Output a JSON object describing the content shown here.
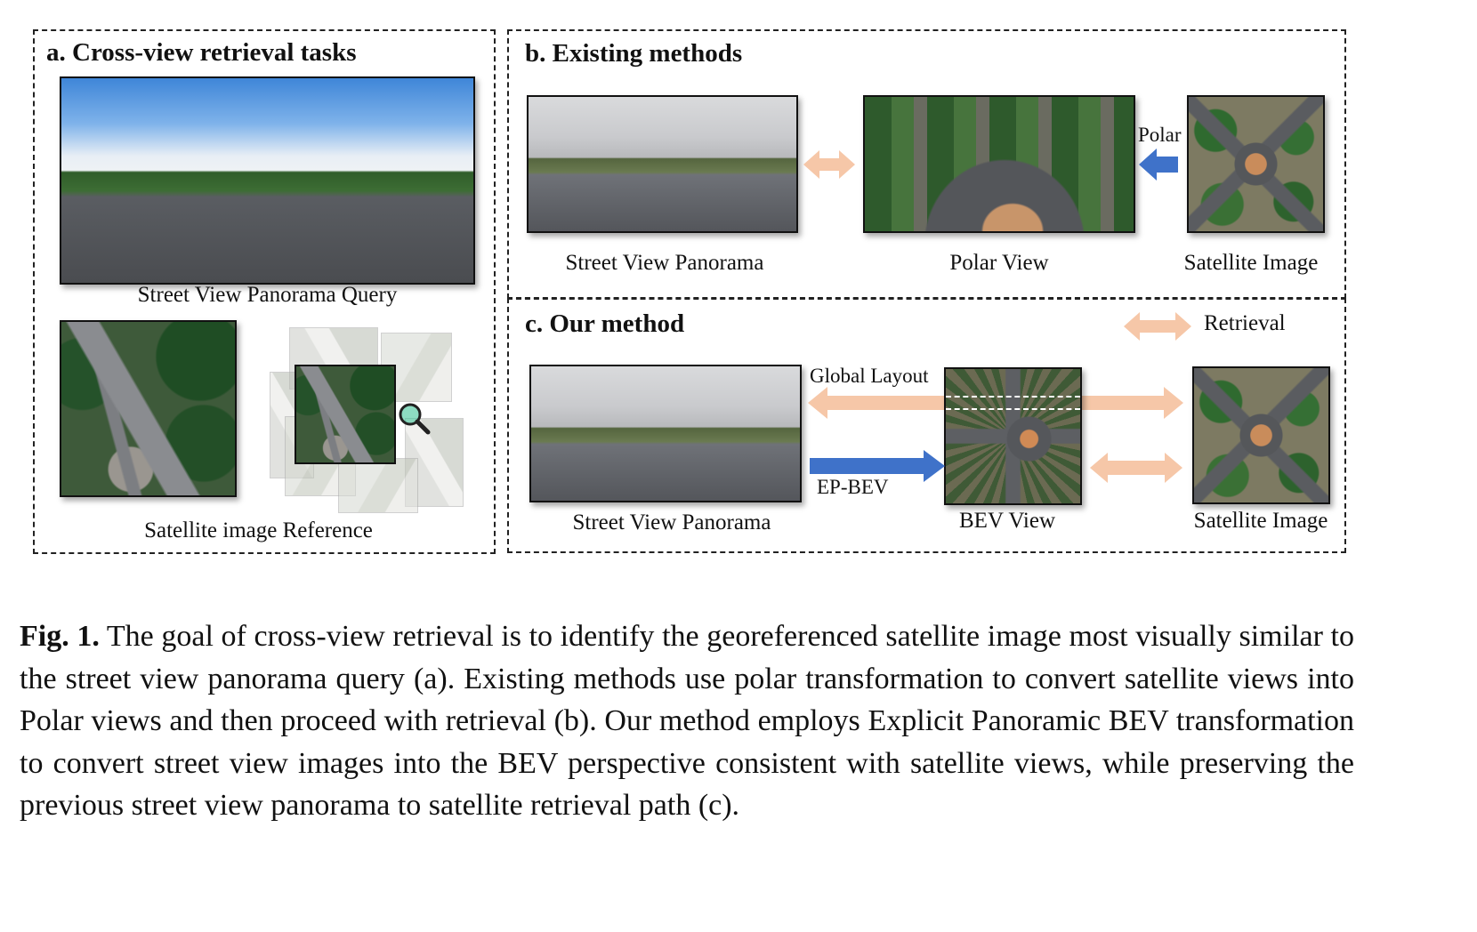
{
  "panel_a": {
    "title": "a. Cross-view retrieval tasks",
    "query_label": "Street View Panorama Query",
    "reference_label": "Satellite image Reference"
  },
  "panel_b": {
    "title": "b. Existing methods",
    "pano_label": "Street View Panorama",
    "polar_label": "Polar View",
    "sat_label": "Satellite Image",
    "arrow_label": "Polar"
  },
  "panel_c": {
    "title": "c. Our method",
    "legend_label": "Retrieval",
    "global_layout_label": "Global Layout",
    "ep_bev_label": "EP-BEV",
    "pano_label": "Street View Panorama",
    "bev_label": "BEV View",
    "sat_label": "Satellite Image"
  },
  "colors": {
    "retrieval_arrow": "#f6c7a8",
    "transform_arrow": "#3f72c9"
  },
  "caption": {
    "fig_label": "Fig. 1.",
    "text": " The goal of cross-view retrieval is to identify the georeferenced satellite image most visually similar to the street view panorama query (a). Existing methods use polar transformation to convert satellite views into Polar views and then proceed with retrieval (b). Our method employs Explicit Panoramic BEV transformation to convert street view images into the BEV perspective consistent with satellite views, while preserving the previous street view panorama to satellite retrieval path (c)."
  }
}
